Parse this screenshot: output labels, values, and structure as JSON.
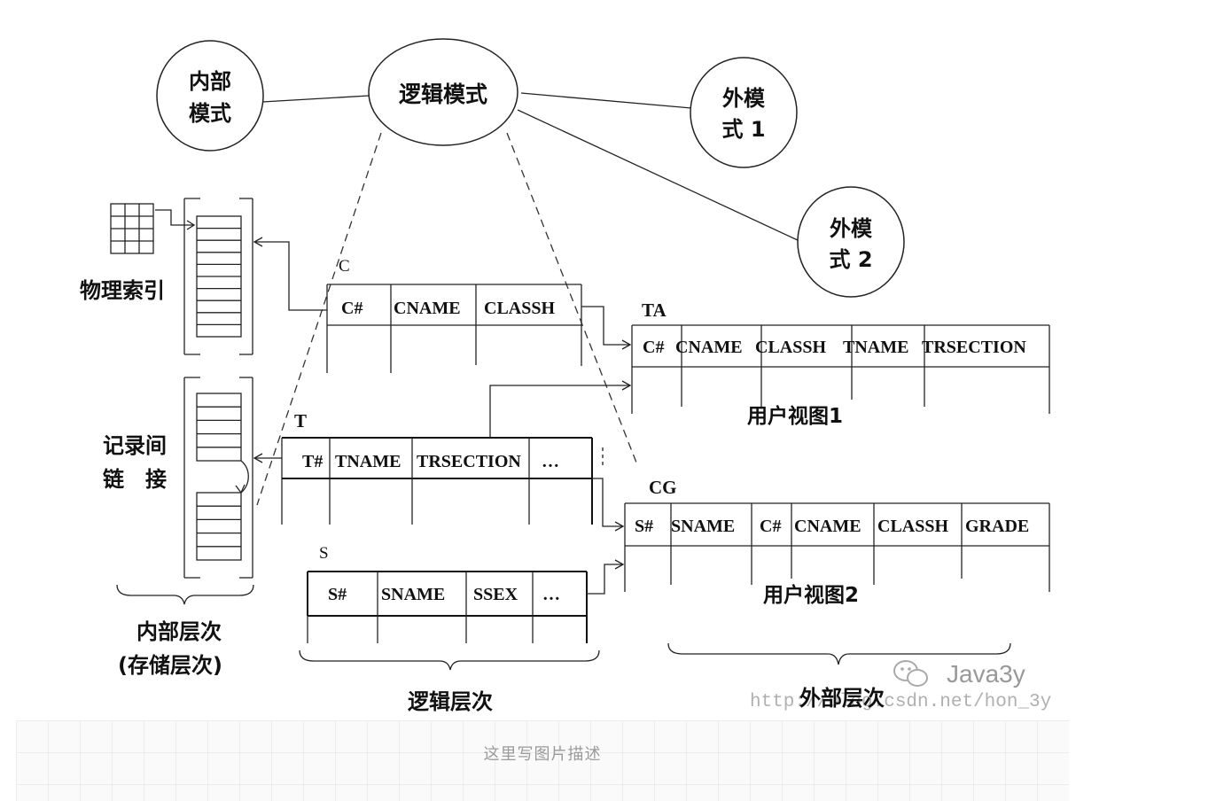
{
  "nodes": {
    "internal_mode": [
      "内部",
      "模式"
    ],
    "logical_mode": "逻辑模式",
    "external_mode_1": [
      "外模",
      "式 1"
    ],
    "external_mode_2": [
      "外模",
      "式 2"
    ]
  },
  "labels": {
    "physical_index": "物理索引",
    "record_link": [
      "记录间",
      "链　接"
    ],
    "internal_level": [
      "内部层次",
      "(存储层次)"
    ],
    "logical_level": "逻辑层次",
    "external_level": "外部层次",
    "user_view_1": "用户视图1",
    "user_view_2": "用户视图2"
  },
  "tables": {
    "C": {
      "name": "C",
      "columns": [
        "C#",
        "CNAME",
        "CLASSH"
      ]
    },
    "T": {
      "name": "T",
      "columns": [
        "T#",
        "TNAME",
        "TRSECTION",
        "…"
      ]
    },
    "S": {
      "name": "S",
      "columns": [
        "S#",
        "SNAME",
        "SSEX",
        "…"
      ]
    },
    "TA": {
      "name": "TA",
      "columns": [
        "C#",
        "CNAME",
        "CLASSH",
        "TNAME",
        "TRSECTION"
      ]
    },
    "CG": {
      "name": "CG",
      "columns": [
        "S#",
        "SNAME",
        "C#",
        "CNAME",
        "CLASSH",
        "GRADE"
      ]
    }
  },
  "watermark": {
    "brand": "Java3y",
    "url": "http://blog.csdn.net/hon_3y"
  },
  "caption": "这里写图片描述"
}
